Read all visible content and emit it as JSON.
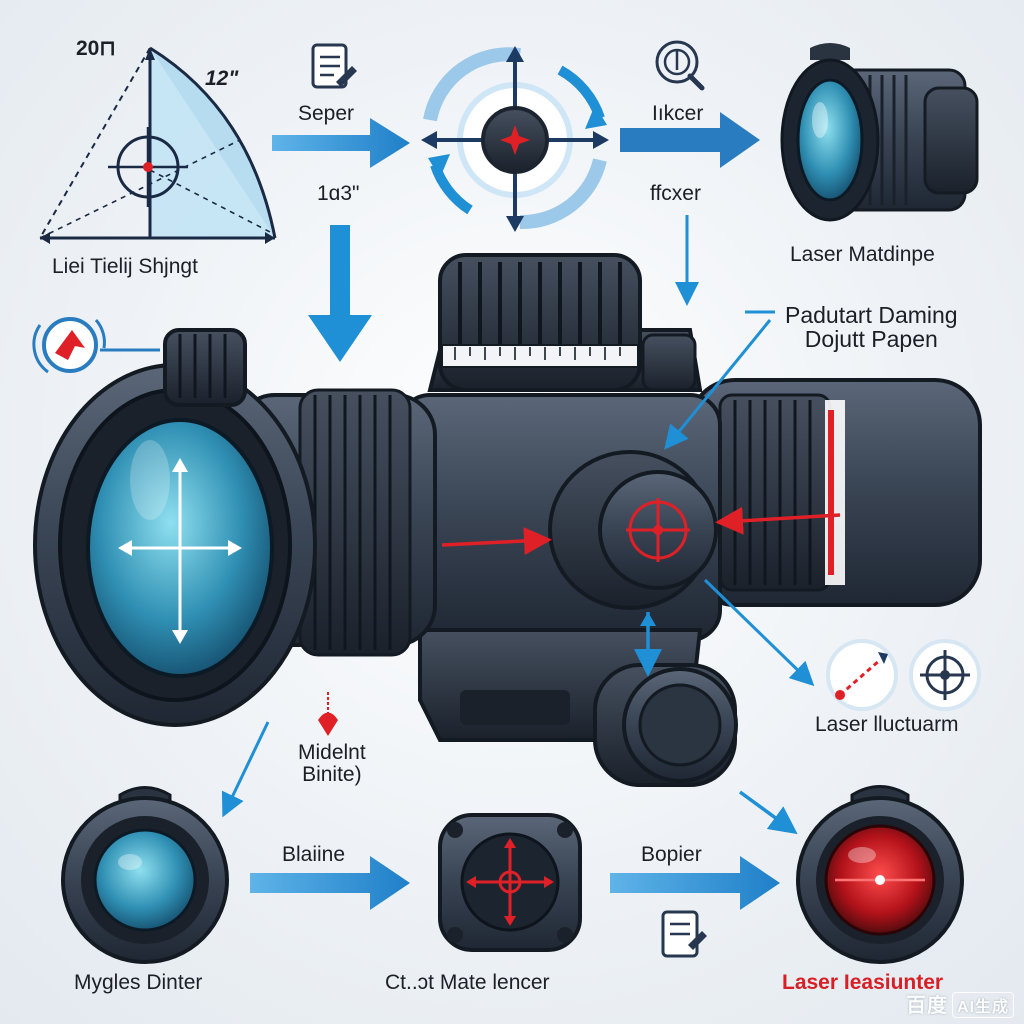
{
  "labels": {
    "triangle_top": "20⊓",
    "triangle_angle": "12\"",
    "triangle_caption": "Liei Tielij Shjngt",
    "seper": "Seper",
    "mid_num": "1ɑ3\"",
    "lincer": "Iıkcer",
    "ffcxer": "ffcxer",
    "laser_matdinpe": "Laser Matdinpe",
    "padutart": "Padutart Daming\nDojutt Papen",
    "midelnt": "Midelnt\nBinite)",
    "laser_lluctuarm": "Laser lluctuarm",
    "blaiine": "Blaiine",
    "bopier": "Bopier",
    "mygles_dinter": "Mygles Dinter",
    "ct_mate": "Ct..ɔt Mate lencer",
    "laser_leasiunter": "Laser Ieasiunter"
  },
  "watermark": {
    "brand": "百度",
    "tag": "AI生成"
  },
  "colors": {
    "arrow_blue": "#1f8fd6",
    "dark_blue": "#2b4a73",
    "scope_body": "#3b4656",
    "lens_teal": "#4fb5cf",
    "accent_red": "#e02027"
  }
}
